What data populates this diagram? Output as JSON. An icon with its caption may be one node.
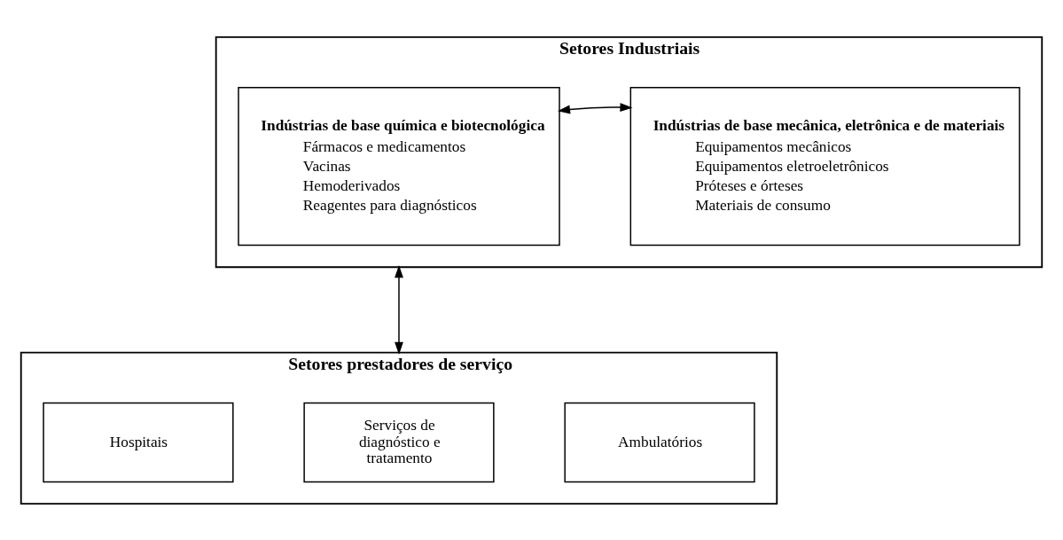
{
  "diagram": {
    "nodes": [
      {
        "text": [
          "Setores Industriais"
        ]
      },
      {
        "text": [
          "Indústrias de base química e biotecnológica",
          "Fármacos e medicamentos",
          "Vacinas",
          "Hemoderivados",
          "Reagentes para diagnósticos"
        ],
        "in": 0
      },
      {
        "text": [
          "Indústrias de base mecânica, eletrônica e de materiais",
          "Equipamentos mecânicos",
          "Equipamentos eletroeletrônicos",
          "Próteses e órteses",
          "Materiais de consumo"
        ],
        "in": 0
      },
      {
        "text": [
          "Setores prestadores de serviço"
        ]
      },
      {
        "text": [
          "Hospitais"
        ],
        "in": 3
      },
      {
        "text": [
          "Serviços de diagnóstico e tratamento"
        ],
        "in": 3
      },
      {
        "text": [
          "Ambulatórios"
        ],
        "in": 3
      }
    ],
    "edges": [
      {
        "from": 1,
        "to": 2,
        "arrow": "both"
      },
      {
        "from": 0,
        "to": 3,
        "arrow": "both"
      }
    ]
  }
}
